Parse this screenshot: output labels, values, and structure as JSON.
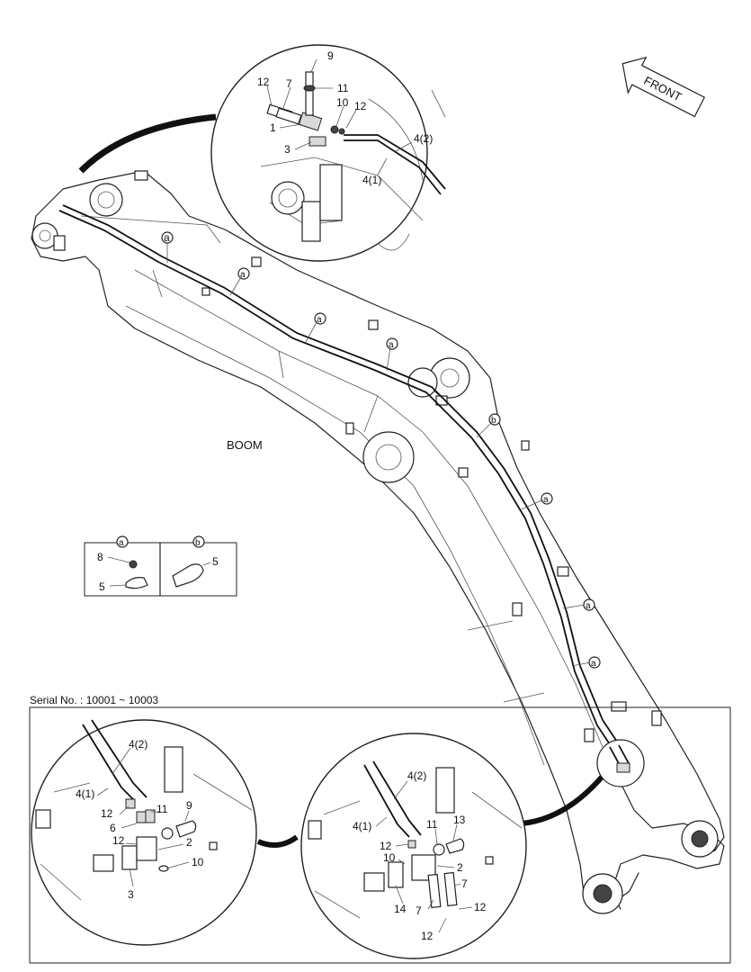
{
  "diagram": {
    "front_label": "FRONT",
    "boom_label": "BOOM",
    "serial_label": "Serial No. : 10001 ~ 10003",
    "clamp_markers": [
      "a",
      "b"
    ],
    "top_callouts": [
      "9",
      "12",
      "7",
      "11",
      "10",
      "12",
      "1",
      "3",
      "4(2)",
      "4(1)"
    ],
    "legend": {
      "a_label": "a",
      "b_label": "b",
      "a_parts": [
        "8",
        "5"
      ],
      "b_parts": [
        "5"
      ]
    },
    "inset_left_callouts": [
      "4(2)",
      "4(1)",
      "12",
      "11",
      "9",
      "6",
      "12",
      "2",
      "10",
      "3"
    ],
    "inset_right_callouts": [
      "4(2)",
      "4(1)",
      "11",
      "13",
      "12",
      "10",
      "2",
      "14",
      "7",
      "7",
      "12",
      "12"
    ]
  }
}
